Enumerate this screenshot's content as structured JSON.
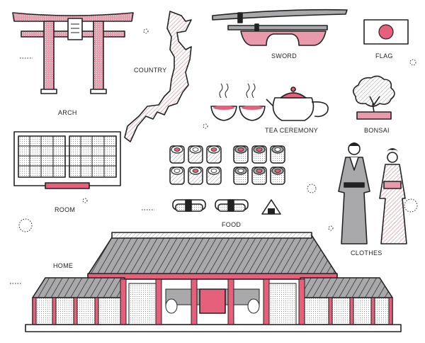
{
  "labels": {
    "arch": "ARCH",
    "country": "COUNTRY",
    "sword": "SWORD",
    "flag": "FLAG",
    "tea": "TEA CEREMONY",
    "bonsai": "BONSAI",
    "room": "ROOM",
    "food": "FOOD",
    "clothes": "CLOTHES",
    "home": "HOME"
  },
  "colors": {
    "accent": "#e5607a",
    "light_pink": "#f4c9d1",
    "gray": "#a9a9ac",
    "outline": "#222222"
  }
}
